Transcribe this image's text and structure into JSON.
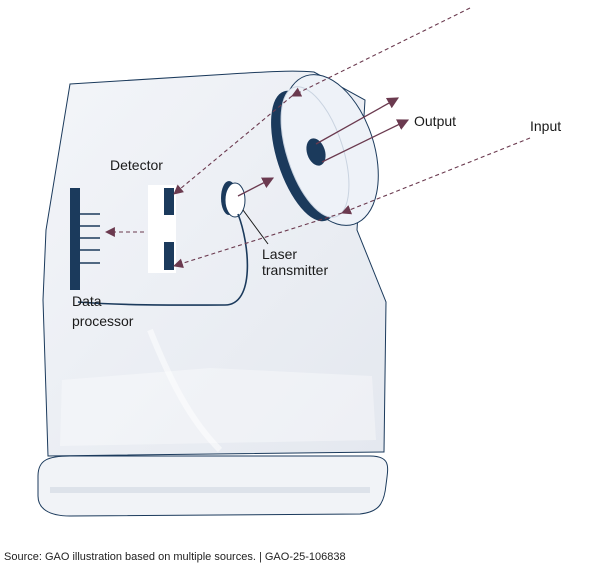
{
  "labels": {
    "detector": "Detector",
    "laser_line1": "Laser",
    "laser_line2": "transmitter",
    "output": "Output",
    "input": "Input",
    "data_line1": "Data",
    "data_line2": "processor"
  },
  "source_note": "Source: GAO illustration based on multiple sources.  |  GAO-25-106838",
  "colors": {
    "navy": "#1b3a5c",
    "arrow": "#6b3a4f",
    "housing_fill": "#eef1f6",
    "housing_stroke": "#1b3a5c"
  }
}
